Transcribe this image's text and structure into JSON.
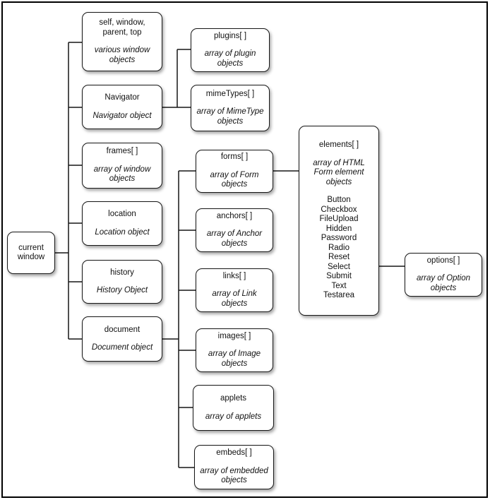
{
  "colors": {
    "background": "#ffffff",
    "line": "#161616",
    "text": "#111111"
  },
  "nodes": {
    "current_window": {
      "title": "current window"
    },
    "self_window": {
      "title": "self, window, parent, top",
      "desc": "various window objects"
    },
    "navigator": {
      "title": "Navigator",
      "desc": "Navigator object"
    },
    "frames": {
      "title": "frames[ ]",
      "desc": "array of window objects"
    },
    "location": {
      "title": "location",
      "desc": "Location object"
    },
    "history": {
      "title": "history",
      "desc": "History Object"
    },
    "document": {
      "title": "document",
      "desc": "Document object"
    },
    "plugins": {
      "title": "plugins[ ]",
      "desc": "array of plugin objects"
    },
    "mimetypes": {
      "title": "mimeTypes[ ]",
      "desc": "array of MimeType objects"
    },
    "forms": {
      "title": "forms[ ]",
      "desc": "array of Form objects"
    },
    "anchors": {
      "title": "anchors[ ]",
      "desc": "array of Anchor objects"
    },
    "links": {
      "title": "links[ ]",
      "desc": "array of Link objects"
    },
    "images": {
      "title": "images[ ]",
      "desc": "array of Image objects"
    },
    "applets": {
      "title": "applets",
      "desc": "array of applets"
    },
    "embeds": {
      "title": "embeds[ ]",
      "desc": "array of embedded objects"
    },
    "elements": {
      "title": "elements[ ]",
      "desc": "array of HTML Form element objects",
      "items": [
        "Button",
        "Checkbox",
        "FileUpload",
        "Hidden",
        "Password",
        "Radio",
        "Reset",
        "Select",
        "Submit",
        "Text",
        "Testarea"
      ]
    },
    "options": {
      "title": "options[ ]",
      "desc": "array of Option objects"
    }
  }
}
